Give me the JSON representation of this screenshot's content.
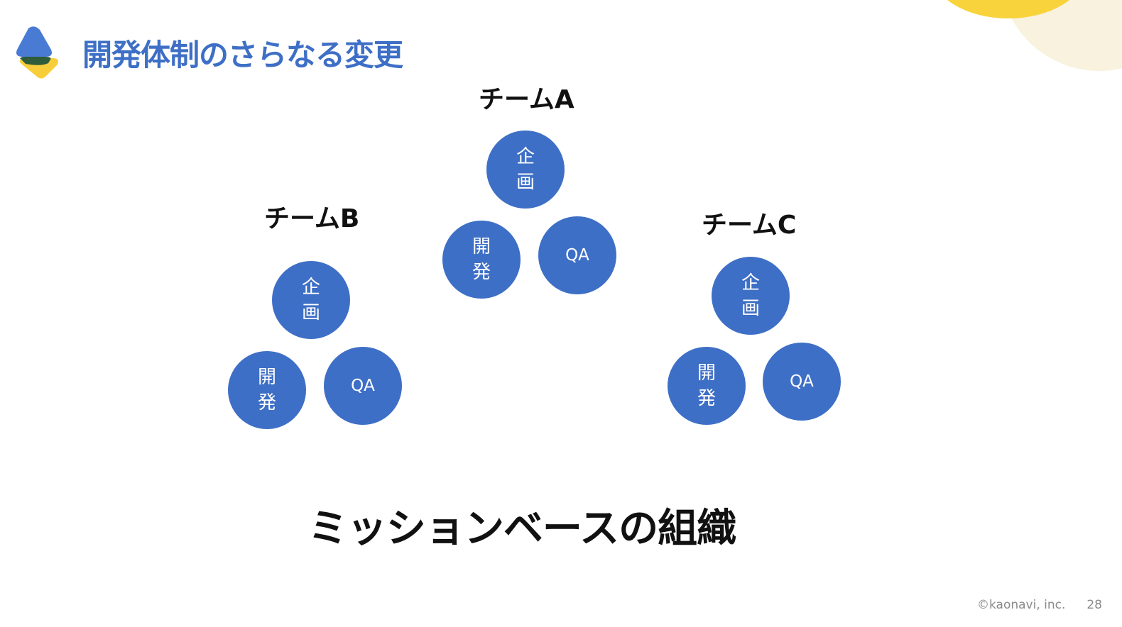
{
  "slide": {
    "title": "開発体制のさらなる変更",
    "caption": "ミッションベースの組織",
    "copyright": "©kaonavi, inc.",
    "page_number": "28"
  },
  "teams": [
    {
      "label": "チームA",
      "roles": {
        "planning": "企画",
        "development": "開発",
        "qa": "QA"
      }
    },
    {
      "label": "チームB",
      "roles": {
        "planning": "企画",
        "development": "開発",
        "qa": "QA"
      }
    },
    {
      "label": "チームC",
      "roles": {
        "planning": "企画",
        "development": "開発",
        "qa": "QA"
      }
    }
  ],
  "colors": {
    "accent": "#3e6fc6",
    "logo_blue": "#4a7bd4",
    "logo_yellow": "#f7cd3a",
    "logo_overlap": "#2f5c3a",
    "sun_yellow": "#f9d33b",
    "sun_cream": "#f8f2de"
  },
  "icons": {
    "logo": "kaonavi-logo-icon",
    "decoration": "sun-decoration-icon"
  }
}
